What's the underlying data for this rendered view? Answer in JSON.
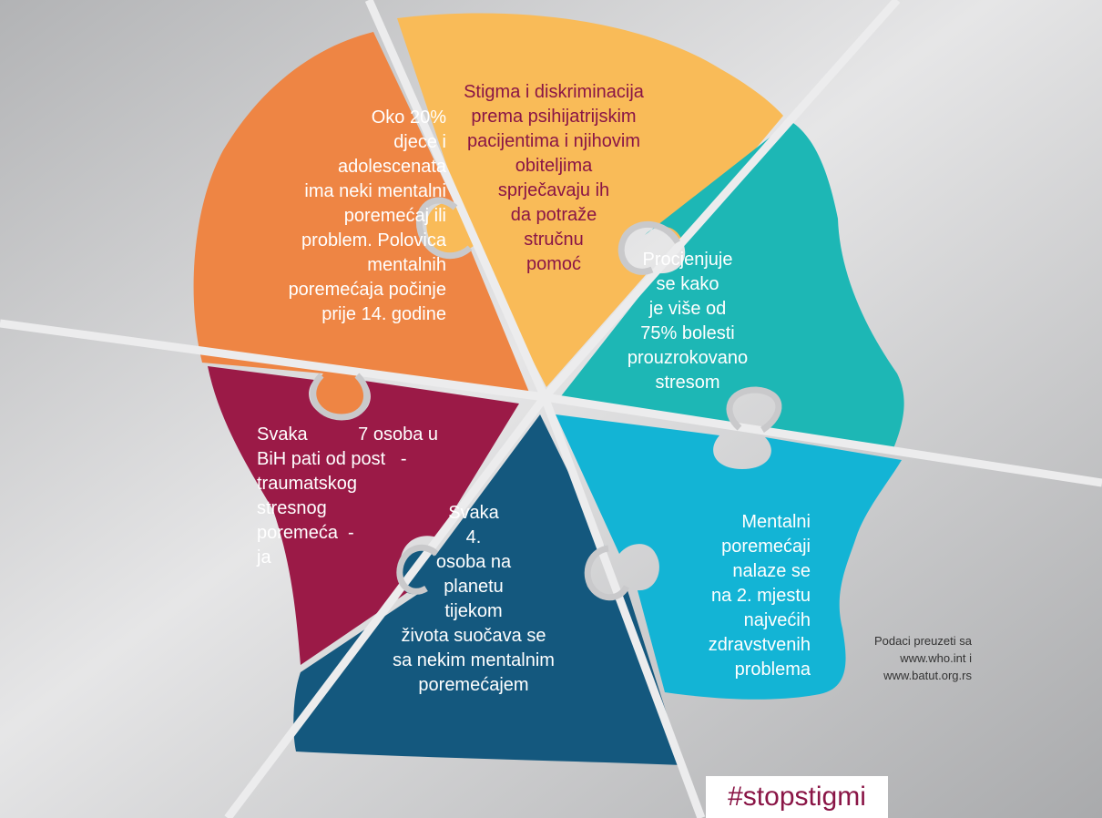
{
  "colors": {
    "orange": "#ee8544",
    "yellow": "#f9bb58",
    "teal": "#1db7b5",
    "cyan": "#13b4d5",
    "navy": "#14587e",
    "maroon": "#9b1a47",
    "text_dark": "#8a1546"
  },
  "pieces": {
    "orange": "Oko 20%\ndjece i\nadolescenata\nima neki mentalni\nporemećaj ili\nproblem. Polovica\nmentalnih\nporemećaja počinje\nprije 14. godine",
    "yellow": "Stigma i diskriminacija\nprema psihijatrijskim\npacijentima i njihovim\nobiteljima\nsprječavaju ih\nda potraže\nstručnu\npomoć",
    "teal": "Procjenjuje\nse kako\nje više od\n75% bolesti\nprouzrokovano\nstresom",
    "maroon": "Svaka          7 osoba u\nBiH pati od post   -\ntraumatskog\nstresnog\nporemeća  -\nja",
    "navy": "Svaka\n4.\nosoba na\nplanetu\ntijekom\nživota suočava se\nsa nekim mentalnim\nporemećajem",
    "cyan": "Mentalni\nporemećaji\nnalaze se\nna 2. mjestu\nnajvećih\nzdravstvenih\nproblema"
  },
  "source": "Podaci preuzeti sa\nwww.who.int i\nwww.batut.org.rs",
  "hashtag": "#stopstigmi"
}
